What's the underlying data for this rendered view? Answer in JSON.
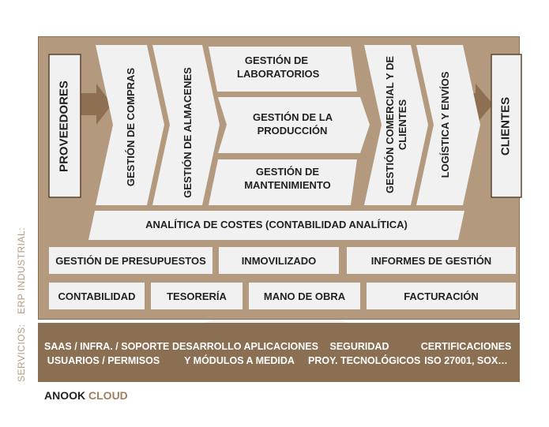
{
  "labels": {
    "erp": "ERP INDUSTRIAL:",
    "services": "SERVICIOS:"
  },
  "flow": {
    "suppliers": "PROVEEDORES",
    "purchasing": "GESTIÓN DE COMPRAS",
    "warehouses": "GESTIÓN DE ALMACENES",
    "laboratories": [
      "GESTIÓN DE",
      "LABORATORIOS"
    ],
    "production": [
      "GESTIÓN DE LA",
      "PRODUCCIÓN"
    ],
    "maintenance": [
      "GESTIÓN DE",
      "MANTENIMIENTO"
    ],
    "commercial": [
      "GESTIÓN COMERCIAL Y DE",
      "CLIENTES"
    ],
    "logistics": "LOGÍSTICA Y ENVÍOS",
    "clients": "CLIENTES"
  },
  "modules": {
    "cost_analytics": "ANALÍTICA DE COSTES (CONTABILIDAD ANALÍTICA)",
    "budgets": "GESTIÓN DE PRESUPUESTOS",
    "fixed_assets": "INMOVILIZADO",
    "management_reports": "INFORMES DE GESTIÓN",
    "accounting": "CONTABILIDAD",
    "treasury": "TESORERÍA",
    "labor": "MANO DE OBRA",
    "invoicing": "FACTURACIÓN"
  },
  "services": {
    "saas": [
      "SAAS / INFRA. / SOPORTE",
      "USUARIOS / PERMISOS"
    ],
    "development": [
      "DESARROLLO APLICACIONES",
      "Y MÓDULOS A MEDIDA"
    ],
    "security": [
      "SEGURIDAD",
      "PROY. TECNOLÓGICOS"
    ],
    "certifications": [
      "CERTIFICACIONES",
      "ISO 27001, SOX…"
    ]
  },
  "brand": {
    "name": "ANOOK",
    "accent": "CLOUD",
    "accent_color": "#a0805f"
  }
}
